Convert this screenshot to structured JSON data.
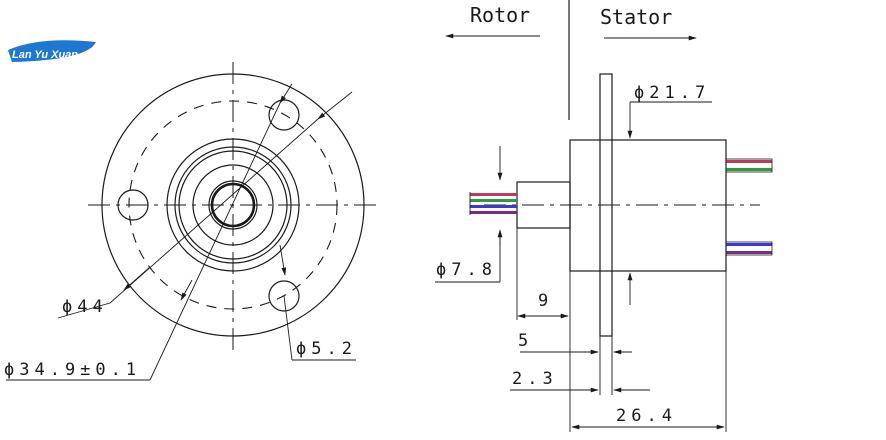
{
  "logo": {
    "text": "Lan Yu Xuan",
    "color": "#1e78d2"
  },
  "headers": {
    "rotor": "Rotor",
    "stator": "Stator"
  },
  "front_view": {
    "dim_outer": "ϕ44",
    "dim_bolt_circle": "ϕ34.9±0.1",
    "dim_hole": "ϕ5.2"
  },
  "side_view": {
    "dim_body": "ϕ21.7",
    "dim_shaft": "ϕ7.8",
    "dim_shaft_len": "9",
    "dim_flange_pos": "5",
    "dim_flange_thk": "2.3",
    "dim_total": "26.4"
  },
  "wire_colors": {
    "rotor": [
      "#c0395c",
      "#2e9a3a",
      "#3a3ad0",
      "#7a2a8a"
    ],
    "stator_top": [
      "#c0395c",
      "#2e9a3a"
    ],
    "stator_bottom": [
      "#3a3ad0",
      "#7a2a8a"
    ]
  }
}
